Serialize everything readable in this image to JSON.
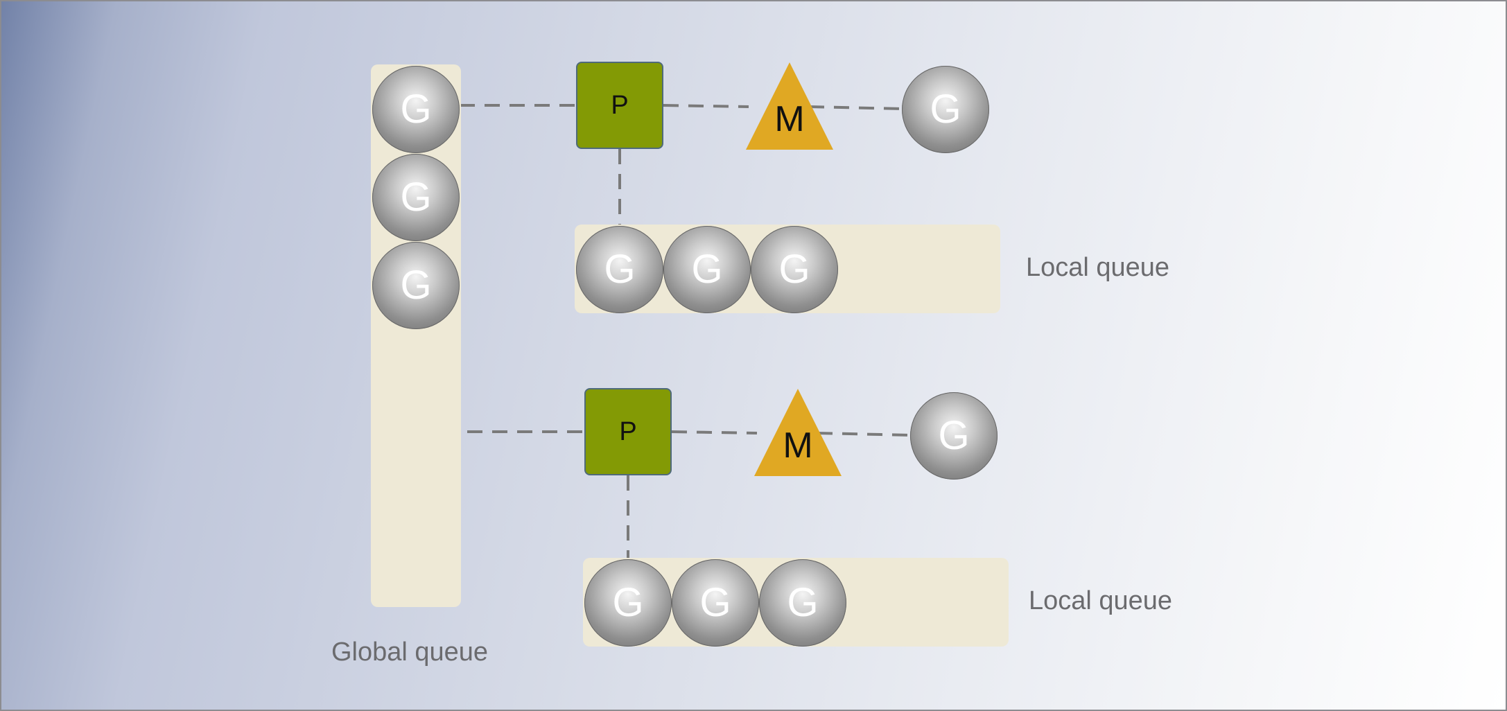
{
  "diagram": {
    "global_queue": {
      "label": "Global queue",
      "goroutines": [
        "G",
        "G",
        "G"
      ]
    },
    "processors": [
      {
        "p_label": "P",
        "m_label": "M",
        "running_goroutine": "G",
        "local_queue": {
          "label": "Local queue",
          "goroutines": [
            "G",
            "G",
            "G"
          ]
        }
      },
      {
        "p_label": "P",
        "m_label": "M",
        "running_goroutine": "G",
        "local_queue": {
          "label": "Local queue",
          "goroutines": [
            "G",
            "G",
            "G"
          ]
        }
      }
    ],
    "colors": {
      "processor": "#839a05",
      "machine": "#e0a823",
      "queue_background": "#eee9d6",
      "goroutine": "#8f8f8f",
      "connector": "#7a7a7a",
      "label_text": "#6b6b6e"
    }
  }
}
